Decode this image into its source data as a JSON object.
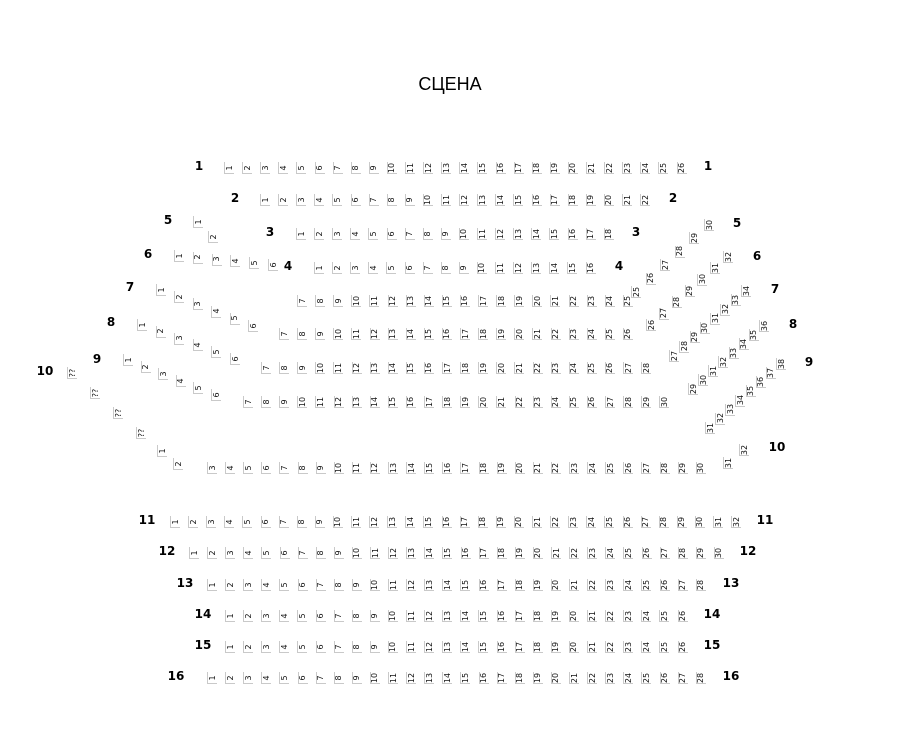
{
  "stage": {
    "label": "СЦЕНА"
  },
  "rows": [
    {
      "label": "1",
      "seats": [
        "1",
        "2",
        "3",
        "4",
        "5",
        "6",
        "7",
        "8",
        "9",
        "10",
        "11",
        "12",
        "13",
        "14",
        "15",
        "16",
        "17",
        "18",
        "19",
        "20",
        "21",
        "22",
        "23",
        "24",
        "25",
        "26"
      ]
    },
    {
      "label": "2",
      "seats": [
        "1",
        "2",
        "3",
        "4",
        "5",
        "6",
        "7",
        "8",
        "9",
        "10",
        "11",
        "12",
        "13",
        "14",
        "15",
        "16",
        "17",
        "18",
        "19",
        "20",
        "21",
        "22"
      ]
    },
    {
      "label": "3",
      "seats": [
        "1",
        "2",
        "3",
        "4",
        "5",
        "6",
        "7",
        "8",
        "9",
        "10",
        "11",
        "12",
        "13",
        "14",
        "15",
        "16",
        "17",
        "18"
      ]
    },
    {
      "label": "4",
      "seats": [
        "1",
        "2",
        "3",
        "4",
        "5",
        "6",
        "7",
        "8",
        "9",
        "10",
        "11",
        "12",
        "13",
        "14",
        "15",
        "16"
      ]
    },
    {
      "label": "5",
      "seats": [
        "1",
        "2",
        "25",
        "26",
        "27",
        "28",
        "29",
        "30"
      ]
    },
    {
      "label": "6",
      "seats": [
        "1",
        "2",
        "3",
        "4",
        "5",
        "6",
        "7",
        "8",
        "9",
        "10",
        "11",
        "12",
        "13",
        "14",
        "15",
        "16",
        "17",
        "18",
        "19",
        "20",
        "21",
        "22",
        "23",
        "24",
        "25",
        "26",
        "27",
        "28",
        "29",
        "30",
        "31",
        "32"
      ]
    },
    {
      "label": "7",
      "seats": [
        "1",
        "2",
        "3",
        "4",
        "5",
        "6",
        "7",
        "8",
        "9",
        "10",
        "11",
        "12",
        "13",
        "14",
        "15",
        "16",
        "17",
        "18",
        "19",
        "20",
        "21",
        "22",
        "23",
        "24",
        "25",
        "26",
        "27",
        "28",
        "29",
        "30",
        "31",
        "32",
        "33",
        "34"
      ]
    },
    {
      "label": "8",
      "seats": [
        "1",
        "2",
        "3",
        "4",
        "5",
        "6",
        "7",
        "8",
        "9",
        "10",
        "11",
        "12",
        "13",
        "14",
        "15",
        "16",
        "17",
        "18",
        "19",
        "20",
        "21",
        "22",
        "23",
        "24",
        "25",
        "26",
        "27",
        "28",
        "29",
        "30",
        "31",
        "32",
        "33",
        "34",
        "35",
        "36"
      ]
    },
    {
      "label": "9",
      "seats": [
        "1",
        "2",
        "3",
        "4",
        "5",
        "6",
        "7",
        "8",
        "9",
        "10",
        "11",
        "12",
        "13",
        "14",
        "15",
        "16",
        "17",
        "18",
        "19",
        "20",
        "21",
        "22",
        "23",
        "24",
        "25",
        "26",
        "27",
        "28",
        "29",
        "30",
        "31",
        "32",
        "33",
        "34",
        "35",
        "36",
        "37",
        "38"
      ]
    },
    {
      "label": "10",
      "seats": [
        "??",
        "??",
        "??",
        "??",
        "1",
        "2",
        "3",
        "4",
        "5",
        "6",
        "7",
        "8",
        "9",
        "10",
        "11",
        "12",
        "13",
        "14",
        "15",
        "16",
        "17",
        "18",
        "19",
        "20",
        "21",
        "22",
        "23",
        "24",
        "25",
        "26",
        "27",
        "28",
        "29",
        "30",
        "31",
        "32"
      ]
    },
    {
      "label": "11",
      "seats": [
        "1",
        "2",
        "3",
        "4",
        "5",
        "6",
        "7",
        "8",
        "9",
        "10",
        "11",
        "12",
        "13",
        "14",
        "15",
        "16",
        "17",
        "18",
        "19",
        "20",
        "21",
        "22",
        "23",
        "24",
        "25",
        "26",
        "27",
        "28",
        "29",
        "30",
        "31",
        "32"
      ]
    },
    {
      "label": "12",
      "seats": [
        "1",
        "2",
        "3",
        "4",
        "5",
        "6",
        "7",
        "8",
        "9",
        "10",
        "11",
        "12",
        "13",
        "14",
        "15",
        "16",
        "17",
        "18",
        "19",
        "20",
        "21",
        "22",
        "23",
        "24",
        "25",
        "26",
        "27",
        "28",
        "29",
        "30"
      ]
    },
    {
      "label": "13",
      "seats": [
        "1",
        "2",
        "3",
        "4",
        "5",
        "6",
        "7",
        "8",
        "9",
        "10",
        "11",
        "12",
        "13",
        "14",
        "15",
        "16",
        "17",
        "18",
        "19",
        "20",
        "21",
        "22",
        "23",
        "24",
        "25",
        "26",
        "27",
        "28"
      ]
    },
    {
      "label": "14",
      "seats": [
        "1",
        "2",
        "3",
        "4",
        "5",
        "6",
        "7",
        "8",
        "9",
        "10",
        "11",
        "12",
        "13",
        "14",
        "15",
        "16",
        "17",
        "18",
        "19",
        "20",
        "21",
        "22",
        "23",
        "24",
        "25",
        "26"
      ]
    },
    {
      "label": "15",
      "seats": [
        "1",
        "2",
        "3",
        "4",
        "5",
        "6",
        "7",
        "8",
        "9",
        "10",
        "11",
        "12",
        "13",
        "14",
        "15",
        "16",
        "17",
        "18",
        "19",
        "20",
        "21",
        "22",
        "23",
        "24",
        "25",
        "26"
      ]
    },
    {
      "label": "16",
      "seats": [
        "1",
        "2",
        "3",
        "4",
        "5",
        "6",
        "7",
        "8",
        "9",
        "10",
        "11",
        "12",
        "13",
        "14",
        "15",
        "16",
        "17",
        "18",
        "19",
        "20",
        "21",
        "22",
        "23",
        "24",
        "25",
        "26",
        "27",
        "28"
      ]
    }
  ]
}
